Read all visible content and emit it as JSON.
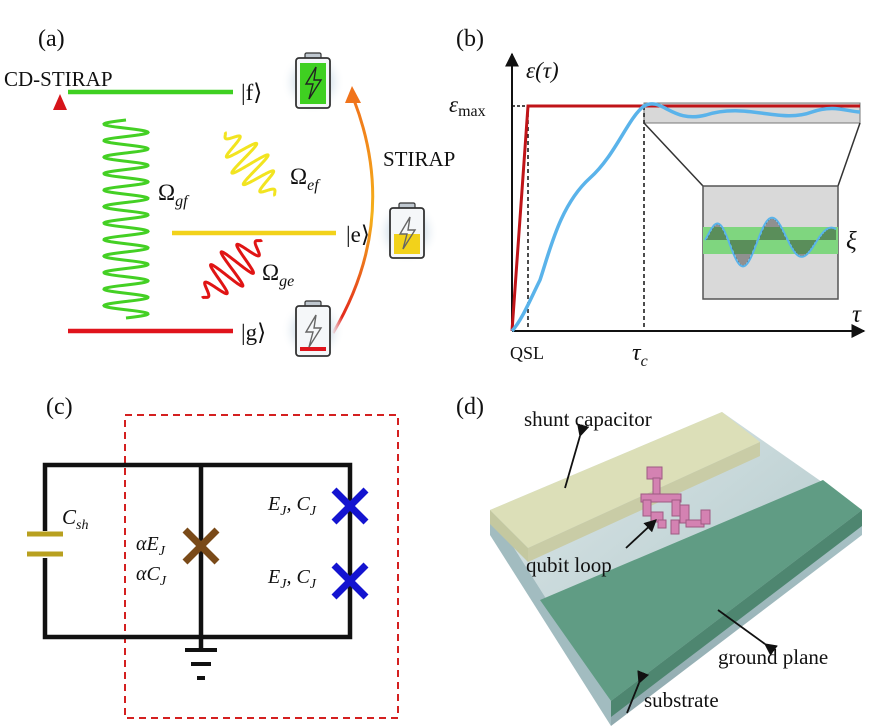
{
  "panels": {
    "a": {
      "tag": "(a)",
      "cd_stirap": "CD-STIRAP",
      "stirap": "STIRAP",
      "level_f": "|f⟩",
      "level_e": "|e⟩",
      "level_g": "|g⟩",
      "omega_gf": "Ω",
      "omega_gf_sub": "gf",
      "omega_ef": "Ω",
      "omega_ef_sub": "ef",
      "omega_ge": "Ω",
      "omega_ge_sub": "ge",
      "colors": {
        "f": "#3fd021",
        "e": "#f2d21b",
        "g": "#e0141c"
      }
    },
    "b": {
      "tag": "(b)",
      "ylabel": "ε(τ)",
      "eps_max": "ε",
      "eps_max_sub": "max",
      "xlabel": "τ",
      "qsl": "QSL",
      "tau_c": "τ",
      "tau_c_sub": "c",
      "xi": "ξ",
      "colors": {
        "fast": "#c01418",
        "slow": "#5ab3ea",
        "band": "#7fd67f"
      }
    },
    "c": {
      "tag": "(c)",
      "csh": "C",
      "csh_sub": "sh",
      "alpha_ej": "αE",
      "alpha_ej_sub": "J",
      "alpha_cj": "αC",
      "alpha_cj_sub": "J",
      "ej_cj_top": "E",
      "ej_cj_bottom": "E",
      "j_sub": "J",
      "cj": ", C",
      "colors": {
        "cap": "#b8a020",
        "junction_small": "#7a4a18",
        "junction": "#1414d0",
        "box": "#d42020"
      }
    },
    "d": {
      "tag": "(d)",
      "shunt_capacitor": "shunt capacitor",
      "qubit_loop": "qubit loop",
      "ground_plane": "ground plane",
      "substrate": "substrate",
      "colors": {
        "capacitor": "#d8dab0",
        "ground": "#5f9a83",
        "substrate": "#bcd1d2",
        "loop": "#d07fae"
      }
    }
  }
}
